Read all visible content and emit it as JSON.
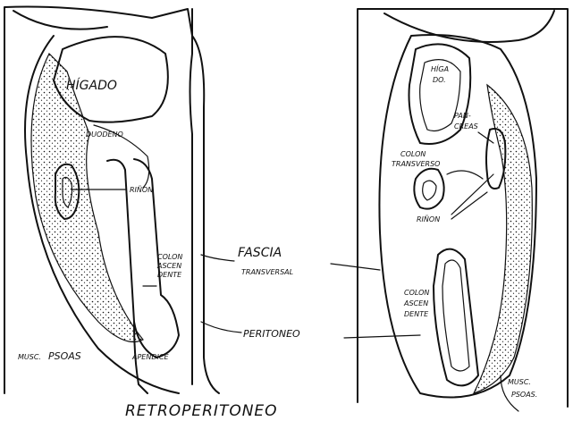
{
  "labels": {
    "higado_left": "HÍGADO",
    "duodeno": "DUODENO",
    "rinon_left": "RIÑON",
    "colon_ascendente_left_1": "COLON",
    "colon_ascendente_left_2": "ASCEN",
    "colon_ascendente_left_3": "DENTE",
    "fascia_1": "FASCIA",
    "fascia_2": "TRANSVERSAL",
    "peritoneo": "PERITONEO",
    "musc_psoas_left_1": "MUSC.",
    "musc_psoas_left_2": "PSOAS",
    "apendice": "APENDICE",
    "higado_right_1": "HÍGA",
    "higado_right_2": "DO.",
    "pancreas_1": "PAN-",
    "pancreas_2": "CREAS",
    "colon_transverso_1": "COLON",
    "colon_transverso_2": "TRANSVERSO",
    "rinon_right": "RIÑON",
    "colon_ascendente_right_1": "COLON",
    "colon_ascendente_right_2": "ASCEN",
    "colon_ascendente_right_3": "DENTE",
    "musc_psoas_right_1": "MUSC.",
    "musc_psoas_right_2": "PSOAS.",
    "caption": "RETROPERITONEO"
  }
}
